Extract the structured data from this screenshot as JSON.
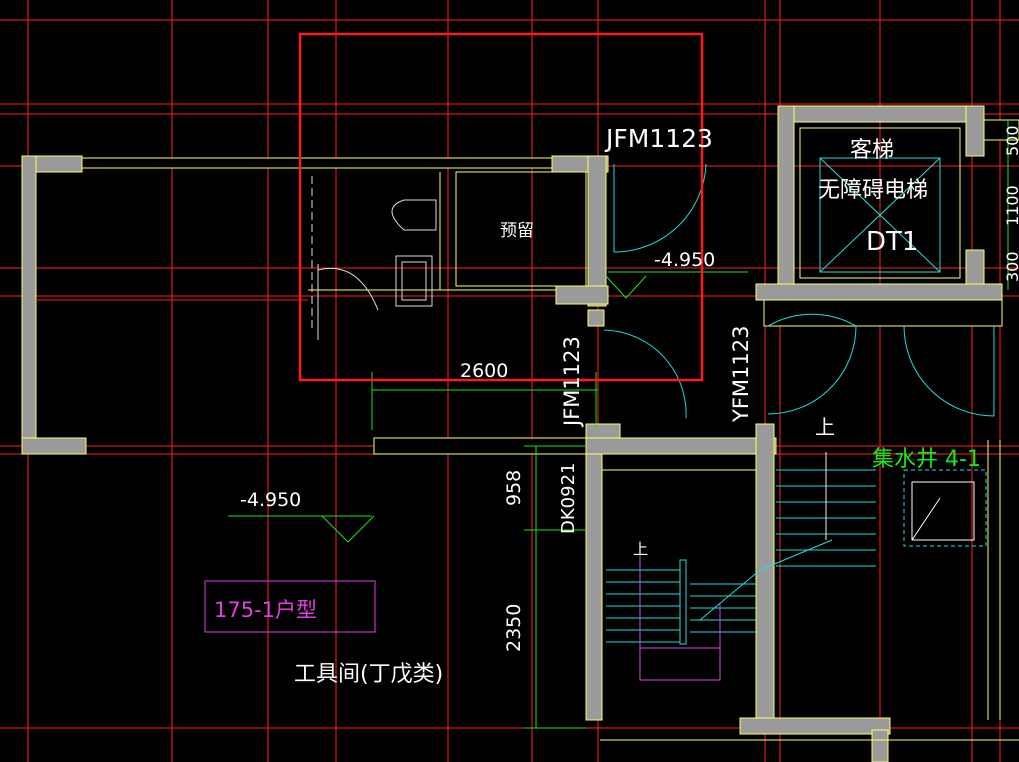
{
  "labels": {
    "door_jfm_top": "JFM1123",
    "elevator_passenger": "客梯",
    "elevator_accessible": "无障碍电梯",
    "elevator_code": "DT1",
    "reserved": "预留",
    "level_upper": "-4.950",
    "dim_2600": "2600",
    "door_jfm_vertical": "JFM1123",
    "door_yfm": "YFM1123",
    "stair_up_right": "上",
    "sump": "集水井 4-1",
    "dim_958": "958",
    "door_dk": "DK0921",
    "level_lower": "-4.950",
    "unit_type": "175-1户型",
    "dim_2350": "2350",
    "tool_room": "工具间(丁戊类)",
    "stair_up_left": "上",
    "dim_500": "500",
    "dim_1100": "1100",
    "dim_300": "300"
  },
  "colors": {
    "background": "#000000",
    "grid": "#ff2020",
    "wall_fill": "#9a9a9a",
    "wall_edge": "#ffff66",
    "door_arc": "#22dddd",
    "dimension": "#19e619",
    "annotation": "#e040e0",
    "highlight": "#ff1a1a"
  }
}
